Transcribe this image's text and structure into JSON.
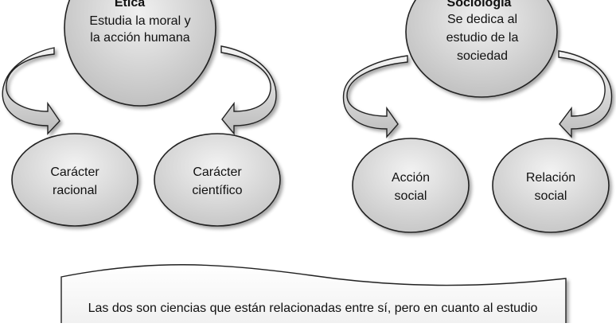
{
  "left": {
    "title": "Ética",
    "description": [
      "Estudia la moral y",
      "la acción humana"
    ],
    "children": [
      {
        "lines": [
          "Carácter",
          "racional"
        ]
      },
      {
        "lines": [
          "Carácter",
          "científico"
        ]
      }
    ]
  },
  "right": {
    "title": "Sociología",
    "description": [
      "Se dedica al",
      "estudio de la",
      "sociedad"
    ],
    "children": [
      {
        "lines": [
          "Acción",
          "social"
        ]
      },
      {
        "lines": [
          "Relación",
          "social"
        ]
      }
    ]
  },
  "note": {
    "text": "Las dos son ciencias que están relacionadas entre sí, pero en cuanto al estudio"
  },
  "colors": {
    "node_fill_light": "#ececec",
    "node_fill_dark": "#bdbdbd",
    "stroke": "#222222"
  }
}
